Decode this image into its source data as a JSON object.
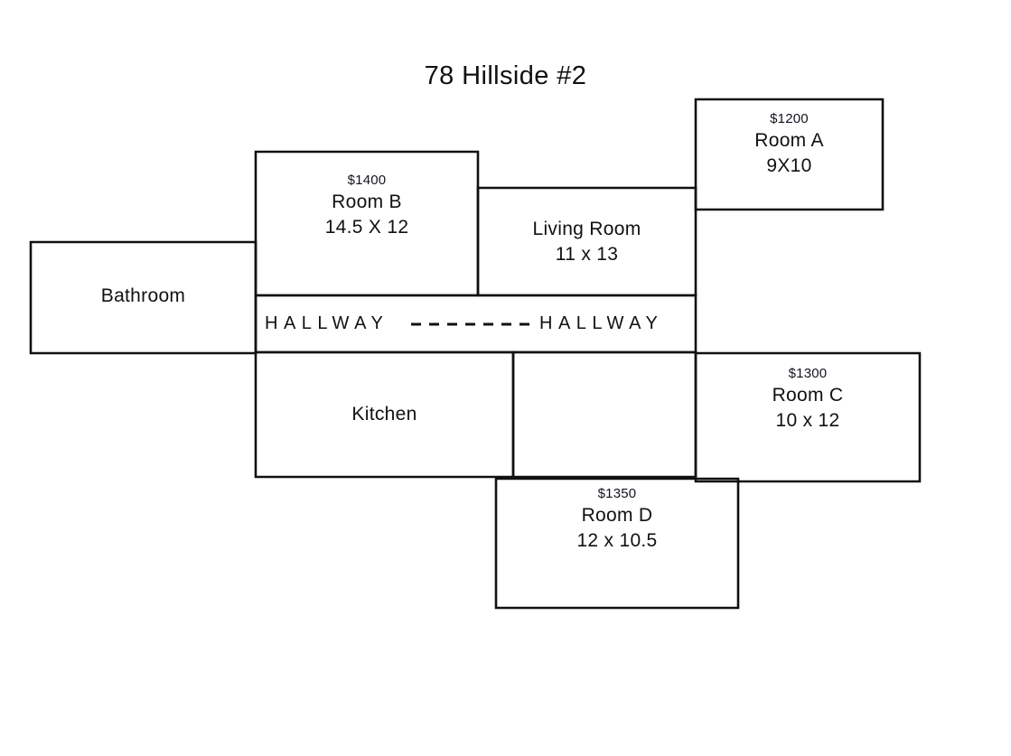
{
  "document": {
    "title": "78 Hillside #2",
    "type": "apartment-floor-plan",
    "ink_color": "#111111",
    "paper_color": "#ffffff"
  },
  "rooms": {
    "room_a": {
      "price": "$1200",
      "name": "Room A",
      "dimensions": "9X10"
    },
    "room_b": {
      "price": "$1400",
      "name": "Room B",
      "dimensions": "14.5 X 12"
    },
    "room_c": {
      "price": "$1300",
      "name": "Room C",
      "dimensions": "10 x 12"
    },
    "room_d": {
      "price": "$1350",
      "name": "Room D",
      "dimensions": "12 x 10.5"
    },
    "living_room": {
      "name": "Living Room",
      "dimensions": "11 x 13"
    },
    "bathroom": {
      "name": "Bathroom"
    },
    "kitchen": {
      "name": "Kitchen"
    }
  },
  "hallway": {
    "left_label": "HALLWAY",
    "right_label": "HALLWAY"
  }
}
